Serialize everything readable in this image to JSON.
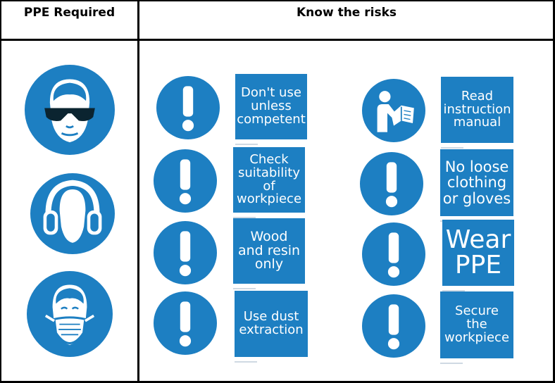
{
  "table": {
    "headers": {
      "ppe": "PPE Required",
      "risks": "Know the risks"
    }
  },
  "ppe_icons": [
    "safety-glasses-icon",
    "ear-defenders-icon",
    "dust-mask-icon"
  ],
  "risk_signs": [
    {
      "icon": "exclamation-icon",
      "text": "Don't use\nunless\ncompetent"
    },
    {
      "icon": "exclamation-icon",
      "text": "Check\nsuitability\nof\nworkpiece"
    },
    {
      "icon": "exclamation-icon",
      "text": "Wood\nand resin\nonly"
    },
    {
      "icon": "exclamation-icon",
      "text": "Use dust\nextraction"
    },
    {
      "icon": "read-manual-icon",
      "text": "Read\ninstruction\nmanual"
    },
    {
      "icon": "exclamation-icon",
      "text": "No loose\nclothing\nor gloves"
    },
    {
      "icon": "exclamation-icon",
      "text": "Wear\nPPE"
    },
    {
      "icon": "exclamation-icon",
      "text": "Secure\nthe\nworkpiece"
    }
  ],
  "colors": {
    "sign_blue": "#1d7fc2",
    "border": "#000000",
    "background": "#ffffff"
  }
}
